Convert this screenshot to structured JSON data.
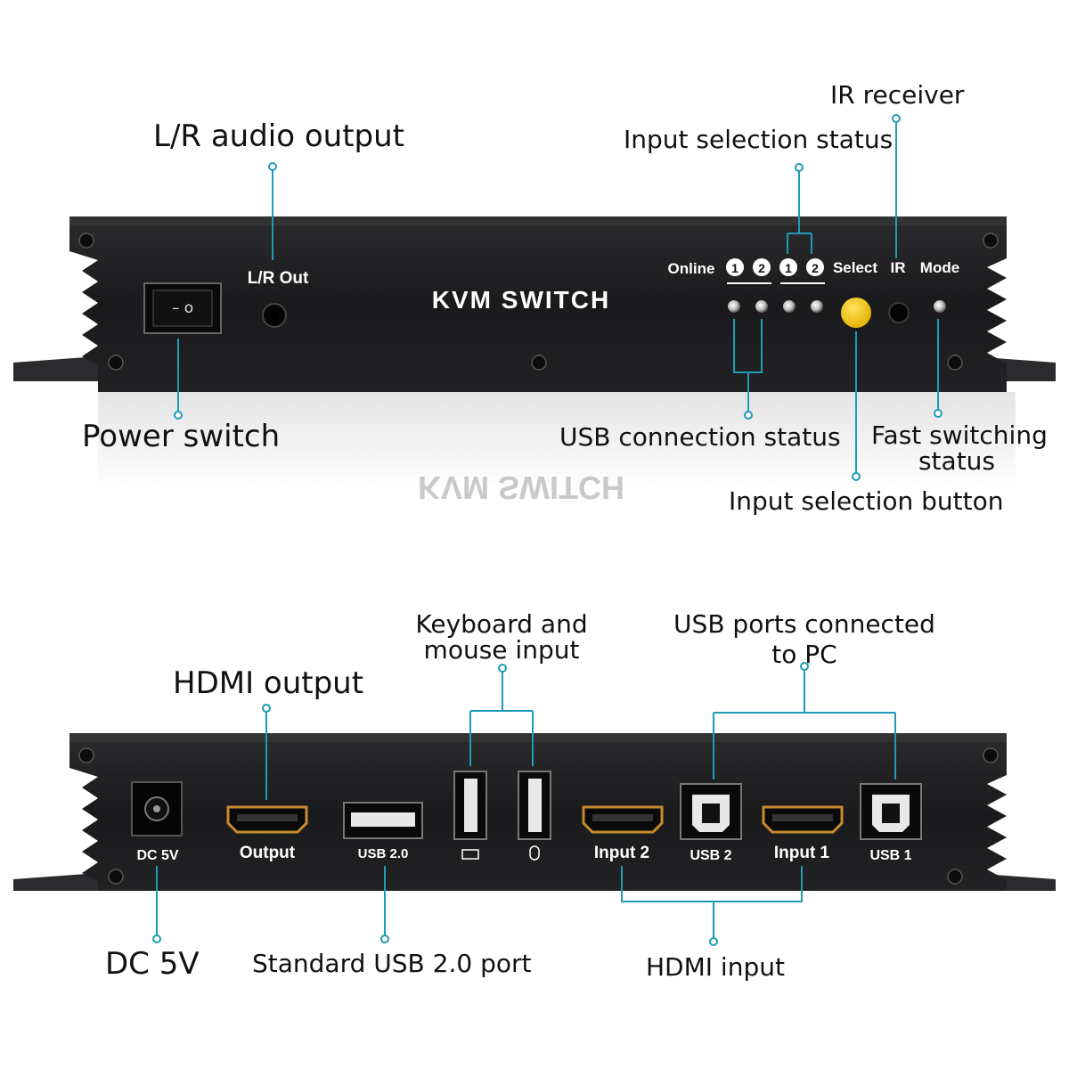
{
  "front_panel": {
    "brand_text": "KVM SWITCH",
    "lr_out_label": "L/R Out",
    "online_label": "Online",
    "num_1": "1",
    "num_2": "2",
    "select_label": "Select",
    "ir_label": "IR",
    "mode_label": "Mode",
    "power_switch_marks": "– o",
    "select_button_color": "#f2c510"
  },
  "front_callouts": {
    "lr_audio_output": "L/R audio output",
    "ir_receiver": "IR receiver",
    "input_selection_status": "Input selection status",
    "power_switch": "Power switch",
    "usb_connection_status": "USB connection status",
    "fast_switching_line1": "Fast switching",
    "fast_switching_line2": "status",
    "input_selection_button": "Input selection button"
  },
  "rear_panel": {
    "dc_label": "DC 5V",
    "output_label": "Output",
    "usb20_label": "USB 2.0",
    "input2_label": "Input 2",
    "usb2_label": "USB 2",
    "input1_label": "Input 1",
    "usb1_label": "USB 1",
    "keyboard_icon": "keyboard-icon",
    "mouse_icon": "mouse-icon"
  },
  "rear_callouts": {
    "keyboard_mouse_line1": "Keyboard and",
    "keyboard_mouse_line2": "mouse input",
    "usb_ports_pc_line1": "USB ports connected",
    "usb_ports_pc_line2": "to PC",
    "hdmi_output": "HDMI output",
    "dc_5v": "DC 5V",
    "standard_usb": "Standard USB 2.0 port",
    "hdmi_input": "HDMI input"
  },
  "colors": {
    "leader_line": "#1f9bb8",
    "chassis": "#1c1c1e",
    "panel_face": "#151517"
  }
}
